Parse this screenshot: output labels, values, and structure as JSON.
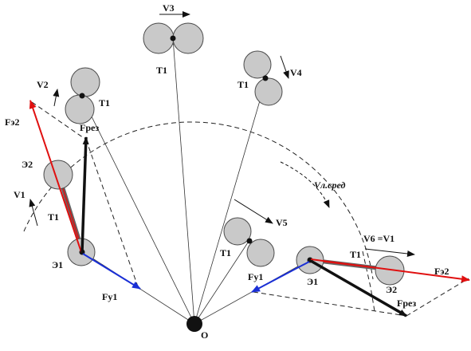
{
  "labels": {
    "V3": "V3",
    "V4": "V4",
    "V2": "V2",
    "V1": "V1",
    "V5": "V5",
    "V6": "V6 =V1",
    "Vsr": "Vл.сред",
    "T1_top": "T1",
    "T1_upright": "T1",
    "T1_left_top": "T1",
    "T1_left_mid": "T1",
    "T1_mid": "T1",
    "T1_right": "T1",
    "E2_left": "Э2",
    "E1_left": "Э1",
    "E1_right": "Э1",
    "E2_right": "Э2",
    "Fe2_left": "Fэ2",
    "Fe2_right": "Fэ2",
    "Fres_left": "Fрез",
    "Fres_right": "Fрез",
    "Fy1_left": "Fy1",
    "Fy1_right": "Fy1",
    "O": "O"
  },
  "colors": {
    "red": "#e01010",
    "blue": "#1a2fd6",
    "black": "#111111",
    "ball": "#c9c9c9"
  }
}
